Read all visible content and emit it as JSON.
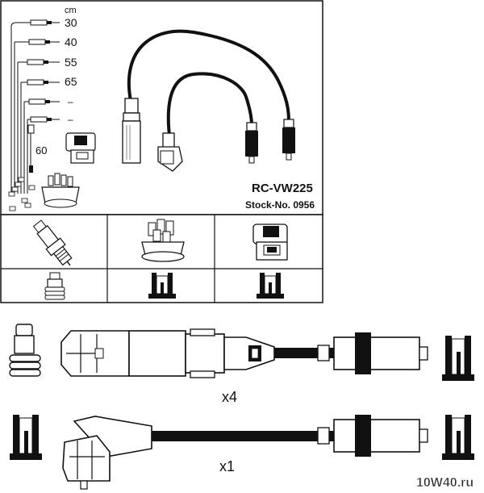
{
  "header": {
    "unit_label": "cm",
    "lengths": [
      "30",
      "40",
      "55",
      "65",
      "–",
      "–"
    ],
    "side_length": "60",
    "model": "RC-VW225",
    "stock": "Stock-No. 0956"
  },
  "sets": {
    "multiplier_1": "x4",
    "multiplier_2": "x1"
  },
  "watermark": {
    "text": "10W40.ru",
    "accent": "#e03010"
  }
}
